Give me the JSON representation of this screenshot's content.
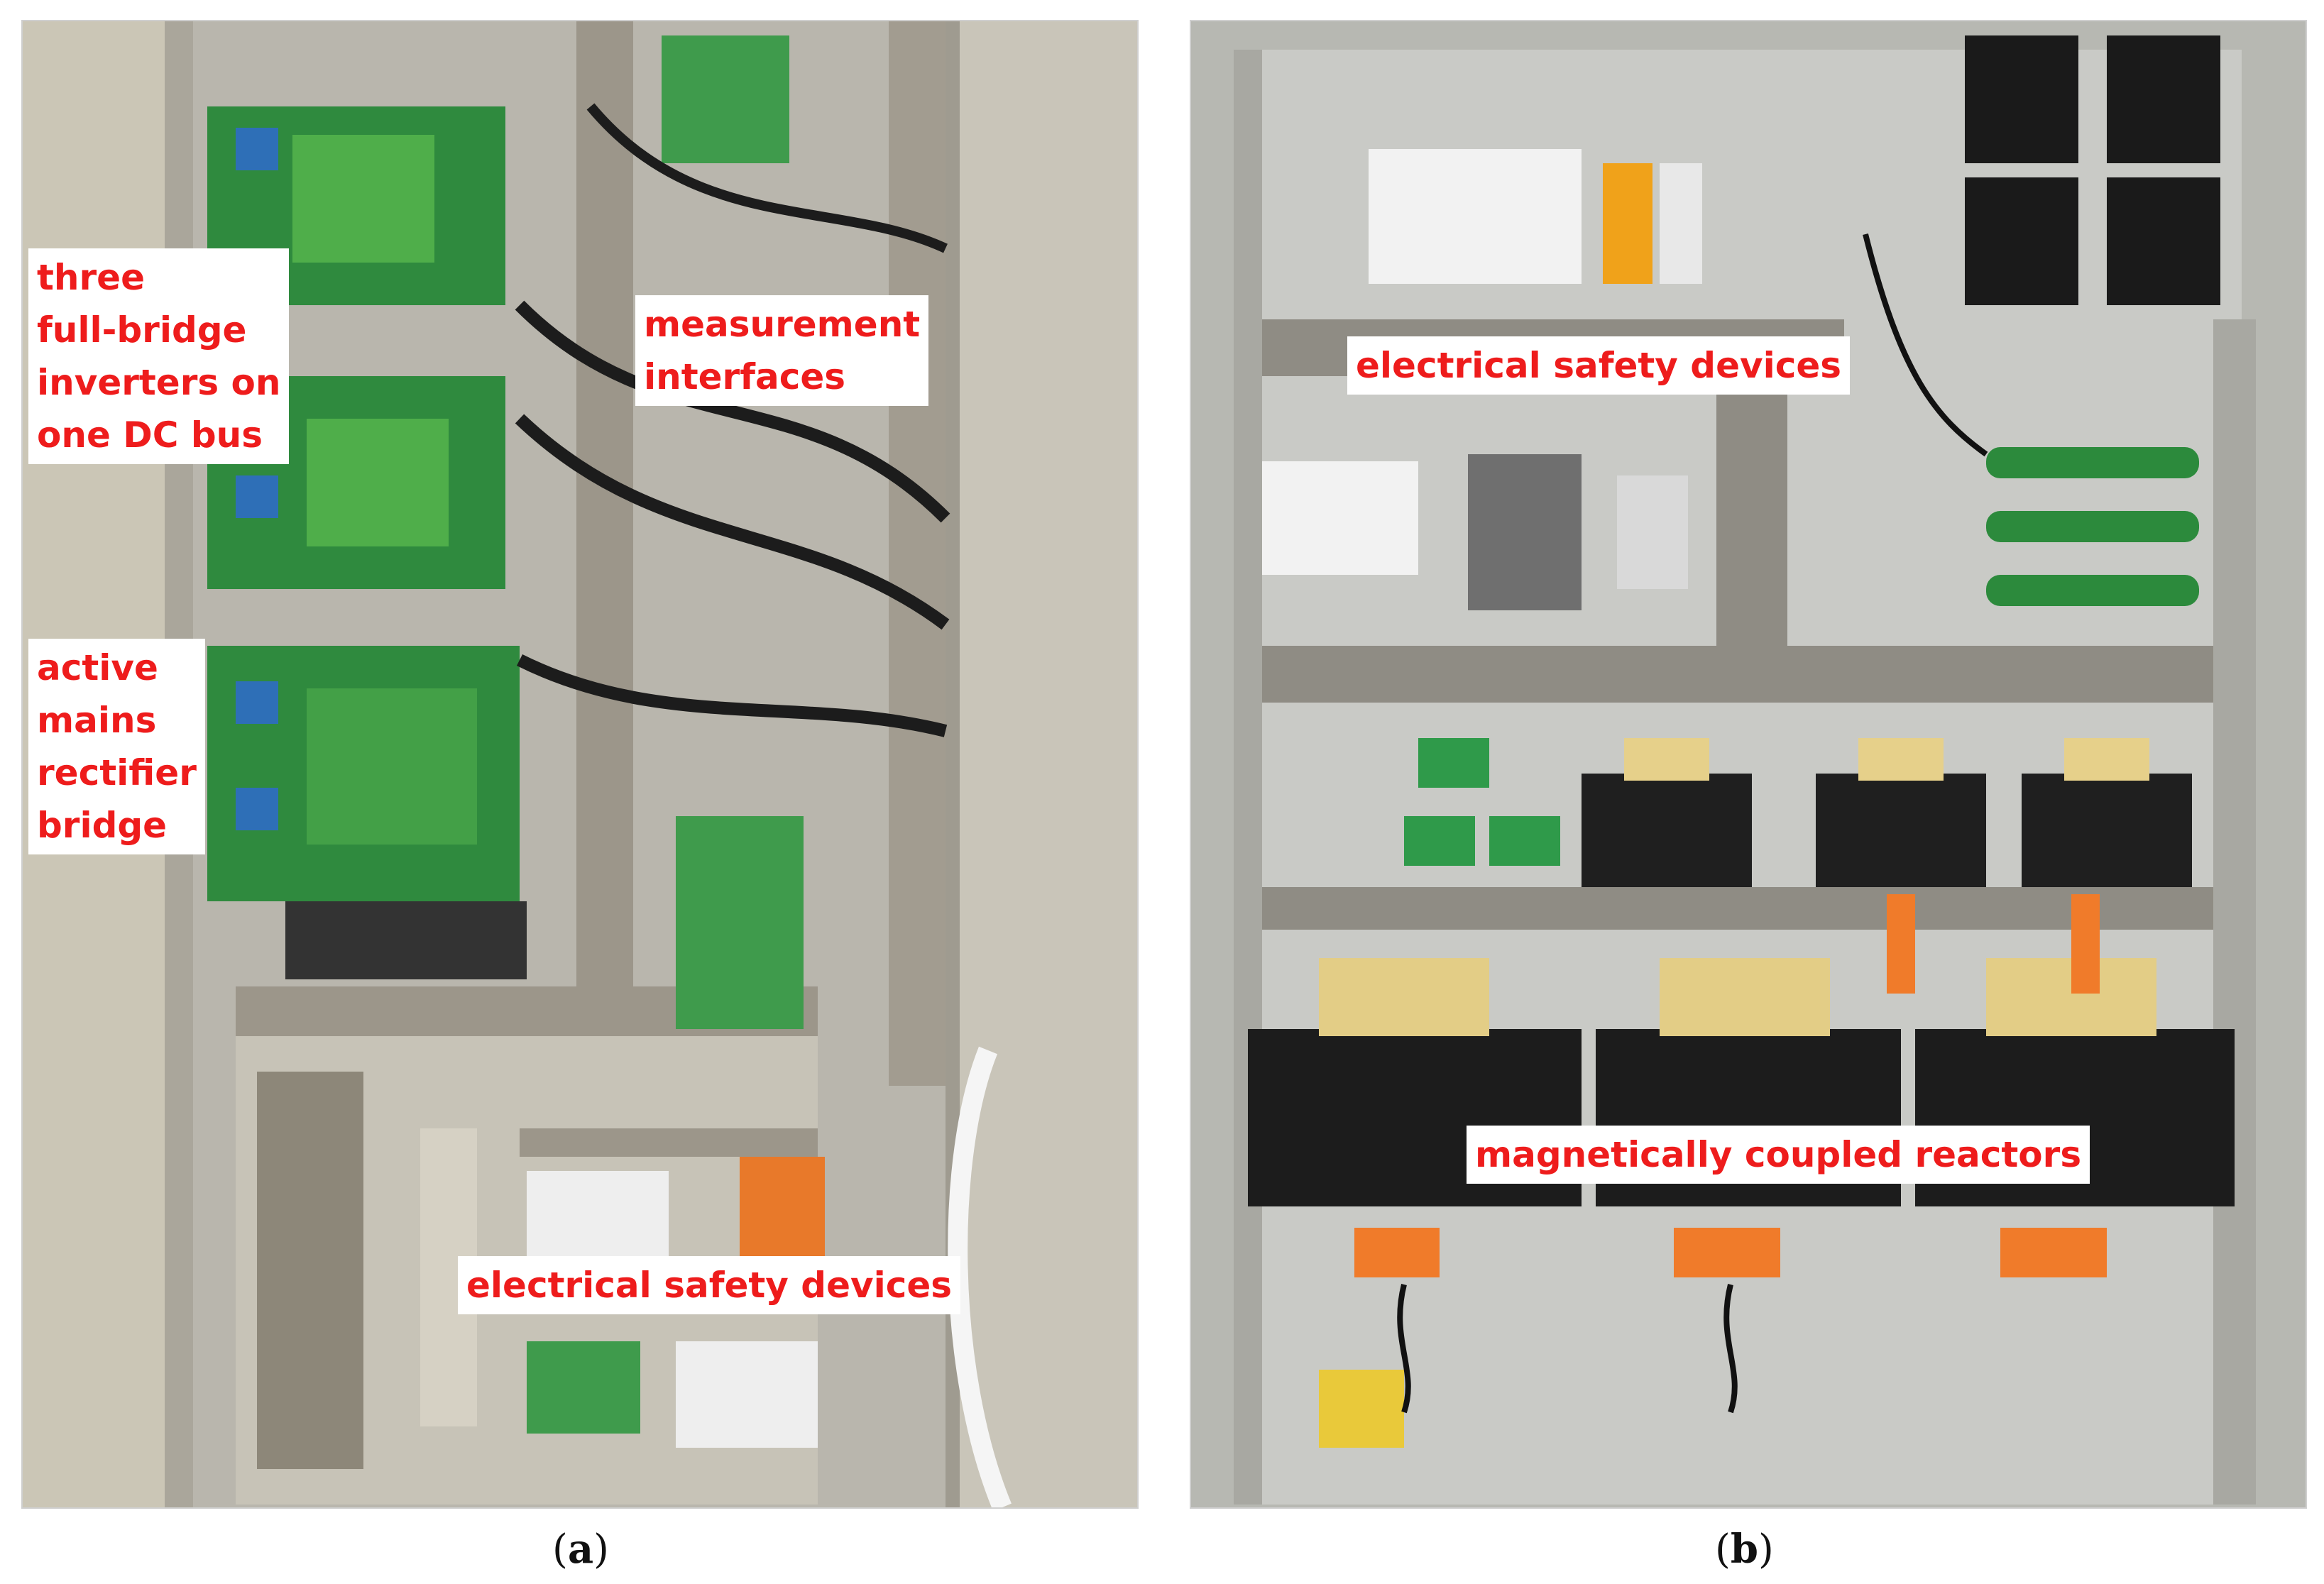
{
  "panel_a": {
    "caption_letter": "a",
    "labels": {
      "inverters": "three\nfull-bridge\ninverters on\none DC bus",
      "rectifier": "active\nmains\nrectifier\nbridge",
      "measurement": "measurement\ninterfaces",
      "safety": "electrical safety devices"
    }
  },
  "panel_b": {
    "caption_letter": "b",
    "labels": {
      "safety": "electrical safety devices",
      "reactors": "magnetically coupled reactors"
    }
  },
  "colors": {
    "label_text": "#ee1c1c",
    "label_bg": "#ffffff"
  }
}
